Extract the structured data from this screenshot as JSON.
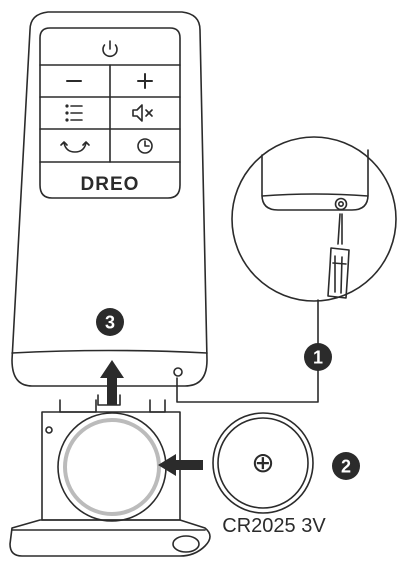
{
  "remote": {
    "logo_text": "DREO",
    "buttons": [
      {
        "icon": "power-icon"
      },
      {
        "icon": "minus-icon"
      },
      {
        "icon": "plus-icon"
      },
      {
        "icon": "list-icon"
      },
      {
        "icon": "mute-icon"
      },
      {
        "icon": "oscillate-icon"
      },
      {
        "icon": "timer-icon"
      }
    ]
  },
  "steps": {
    "step1": "1",
    "step2": "2",
    "step3": "3"
  },
  "battery": {
    "symbol": "⊕",
    "caption": "CR2025 3V"
  },
  "colors": {
    "line": "#2b2b2b",
    "badge": "#2b2b2b",
    "badge_text": "#ffffff"
  }
}
